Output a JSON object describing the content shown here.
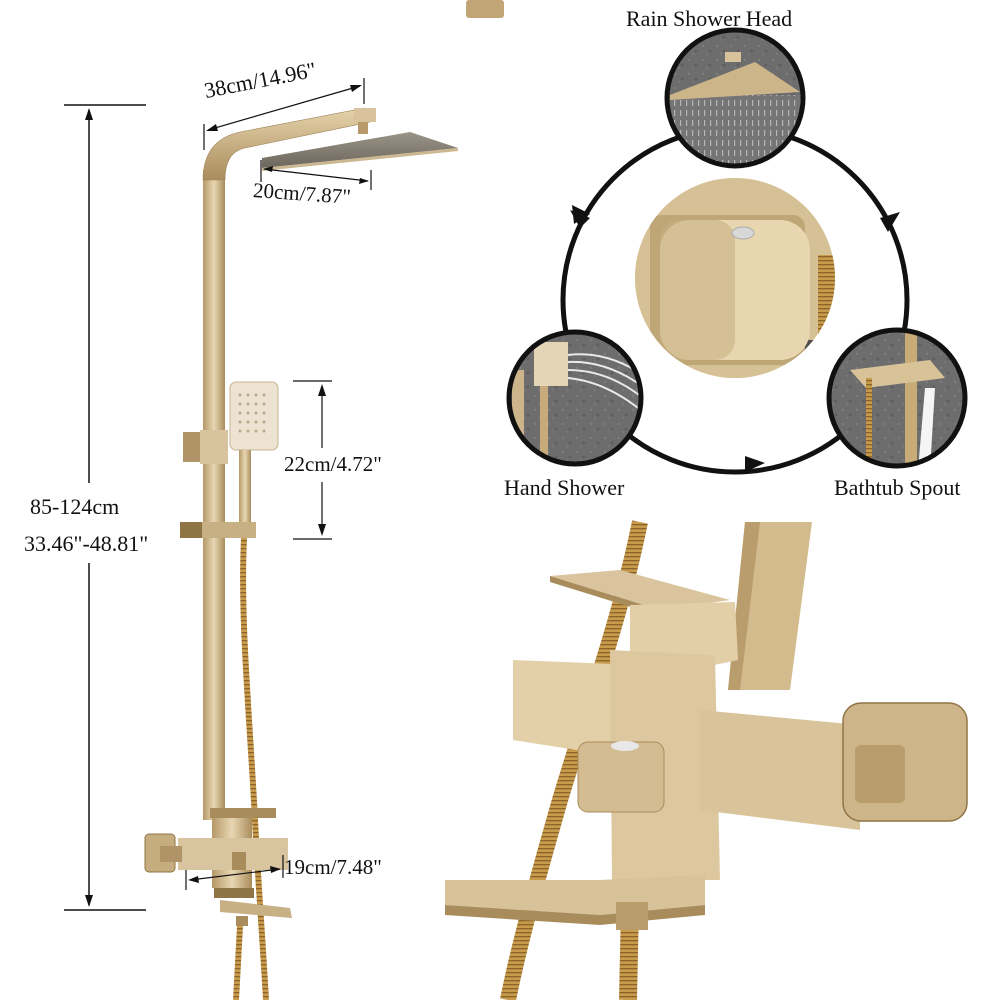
{
  "dimensions": {
    "arm_length": "38cm/14.96\"",
    "head_size": "20cm/7.87\"",
    "hand_shower_length": "22cm/4.72\"",
    "height_cm": "85-124cm",
    "height_in": "33.46\"-48.81\"",
    "spout_length": "19cm/7.48\""
  },
  "modes": {
    "rain_shower_head": "Rain Shower Head",
    "hand_shower": "Hand Shower",
    "bathtub_spout": "Bathtub Spout"
  },
  "colors": {
    "brushed_gold": "#c9ad7f",
    "gold_light": "#e6d3ac",
    "gold_dark": "#8f7446",
    "hose_gold": "#c79a4c",
    "stone_grey": "#6f6f6f",
    "outline": "#111111",
    "background": "#ffffff"
  }
}
